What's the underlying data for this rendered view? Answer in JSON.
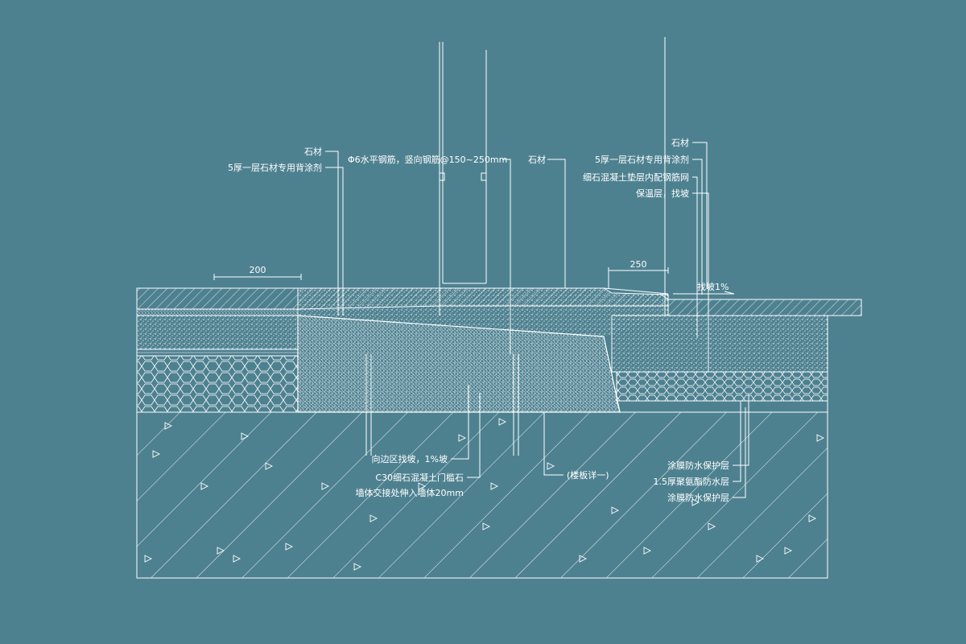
{
  "colors": {
    "background": "#4e8190",
    "line": "#ffffff"
  },
  "dimensions": {
    "left_width": "200",
    "ramp_width": "250"
  },
  "labels": {
    "top_left_1": "石材",
    "top_left_2": "5厚一层石材专用背涂剂",
    "top_center": "Φ6水平钢筋，竖向钢筋@150~250mm",
    "top_center_right": "石材",
    "top_right_1": "石材",
    "top_right_2": "5厚一层石材专用背涂剂",
    "top_right_3": "细石混凝土垫层内配钢筋网",
    "top_right_4": "保温层，找坡",
    "slope": "找坡1%",
    "bottom_1": "向边区找坡，1%坡",
    "bottom_2": "C30细石混凝土门槛石",
    "bottom_3": "墙体交接处伸入墙体20mm",
    "bottom_4": "(楼板详一)",
    "bottom_right_1": "涂膜防水保护层",
    "bottom_right_2": "1.5厚聚氨酯防水层",
    "bottom_right_3": "涂膜防水保护层"
  }
}
